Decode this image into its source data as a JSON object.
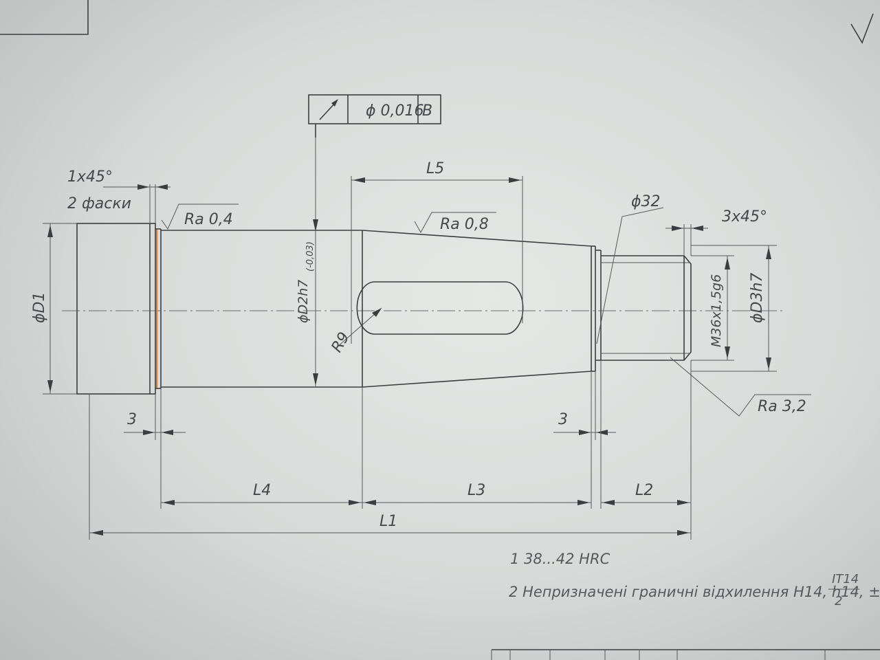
{
  "drawing": {
    "tolerance_frame": {
      "symbol": "runout-arrow-icon",
      "value": "ϕ 0,016",
      "datum": "B"
    },
    "chamfer_left": {
      "size": "1x45°",
      "note": "2 фаски"
    },
    "chamfer_right": "3x45°",
    "roughness": {
      "left": "Ra 0,4",
      "middle": "Ra 0,8",
      "right": "Ra 3,2"
    },
    "diameters": {
      "d1": "ϕD1",
      "d2": "ϕD2h7",
      "d2_tol": "(-0,03)",
      "d3": "ϕD3h7",
      "thread": "M36x1,5g6",
      "d32": "ϕ32"
    },
    "radius": "R9",
    "lengths": {
      "l1": "L1",
      "l2": "L2",
      "l3": "L3",
      "l4": "L4",
      "l5": "L5",
      "groove_left": "3",
      "groove_right": "3"
    },
    "notes": {
      "n1": "1 38...42 HRC",
      "n2": "2 Непризначені граничні відхилення H14, h14, ±",
      "frac_top": "IT14",
      "frac_bottom": "2"
    }
  }
}
